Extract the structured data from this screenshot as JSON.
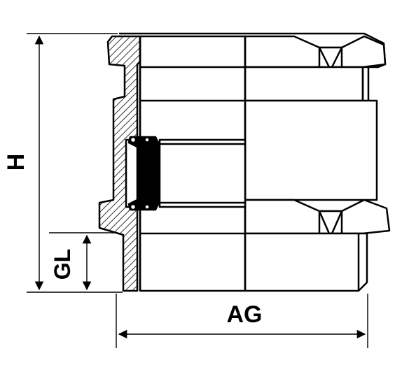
{
  "labels": {
    "height": "H",
    "thread_length": "GL",
    "outer_thread": "AG"
  },
  "colors": {
    "ink": "#000000",
    "paper": "#ffffff"
  }
}
